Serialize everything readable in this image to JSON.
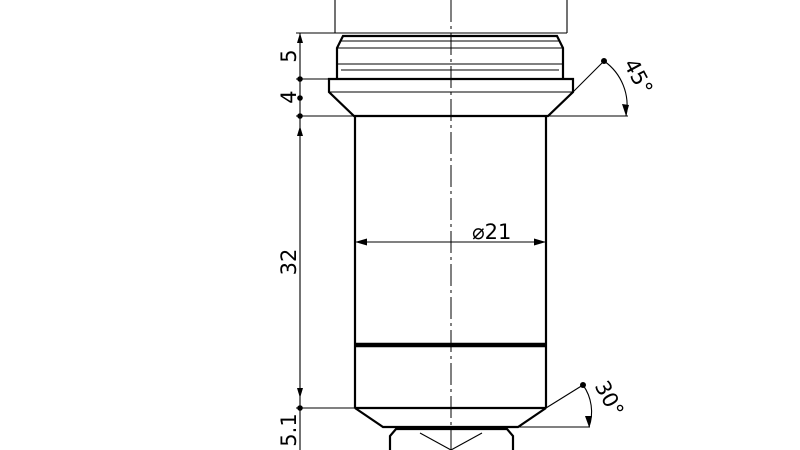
{
  "drawing": {
    "dimensions": {
      "height_top": "5",
      "height_collar": "4",
      "height_body": "32",
      "height_tip": "5.1",
      "diameter_body": "⌀21"
    },
    "angles": {
      "collar_chamfer": "45°",
      "tip_chamfer": "30°"
    }
  }
}
